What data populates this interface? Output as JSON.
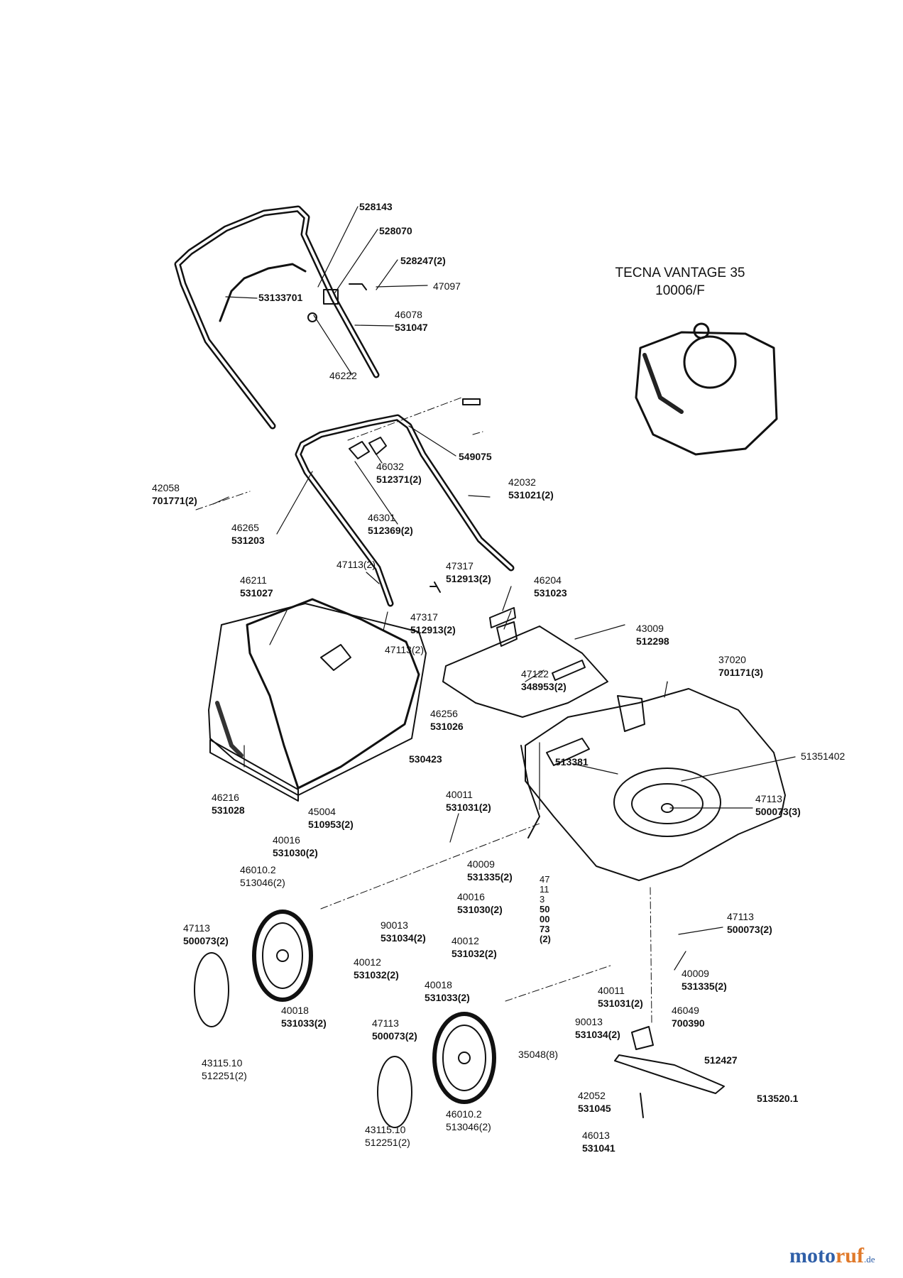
{
  "model": {
    "name": "TECNA VANTAGE 35",
    "code": "10006/F"
  },
  "watermark": {
    "brand_a": "moto",
    "brand_b": "ruf",
    "suffix": ".de"
  },
  "colors": {
    "ink": "#111111",
    "watermark_blue": "#2f5fa8",
    "watermark_orange": "#e0792a"
  },
  "parts": {
    "p528143": {
      "a": "528143"
    },
    "p528070": {
      "a": "528070"
    },
    "p528247": {
      "a": "528247(2)"
    },
    "p47097": {
      "a": "47097"
    },
    "p53133701": {
      "a": "53133701"
    },
    "p46078": {
      "a": "46078",
      "b": "531047"
    },
    "p46222": {
      "a": "46222"
    },
    "p549075": {
      "a": "549075"
    },
    "p46032": {
      "a": "46032",
      "b": "512371(2)"
    },
    "p42058": {
      "a": "42058",
      "b": "701771(2)"
    },
    "p42032": {
      "a": "42032",
      "b": "531021(2)"
    },
    "p46265": {
      "a": "46265",
      "b": "531203"
    },
    "p46301": {
      "a": "46301",
      "b": "512369(2)"
    },
    "p47113a": {
      "a": "47113(2)"
    },
    "p47317a": {
      "a": "47317",
      "b": "512913(2)"
    },
    "p46211": {
      "a": "46211",
      "b": "531027"
    },
    "p46204": {
      "a": "46204",
      "b": "531023"
    },
    "p47317b": {
      "a": "47317",
      "b": "512913(2)"
    },
    "p47113b": {
      "a": "47113(2)"
    },
    "p43009": {
      "a": "43009",
      "b": "512298"
    },
    "p47122": {
      "a": "47122",
      "b": "348953(2)"
    },
    "p37020": {
      "a": "37020",
      "b": "701171(3)"
    },
    "p46256": {
      "a": "46256",
      "b": "531026"
    },
    "p513381": {
      "a": "513381"
    },
    "p51351402": {
      "a": "51351402"
    },
    "p530423": {
      "a": "530423"
    },
    "p46216": {
      "a": "46216",
      "b": "531028"
    },
    "p45004": {
      "a": "45004",
      "b": "510953(2)"
    },
    "p40011a": {
      "a": "40011",
      "b": "531031(2)"
    },
    "p47113c": {
      "a": "47113",
      "b": "500073(3)"
    },
    "p40016a": {
      "a": "40016",
      "b": "531030(2)"
    },
    "p46010a": {
      "a": "46010.2",
      "b": "513046(2)"
    },
    "p40009a": {
      "a": "40009",
      "b": "531335(2)"
    },
    "p47113v": {
      "a": "47113",
      "b": "500073(2)"
    },
    "p40016b": {
      "a": "40016",
      "b": "531030(2)"
    },
    "p47113d": {
      "a": "47113",
      "b": "500073(2)"
    },
    "p47113e": {
      "a": "47113",
      "b": "500073(2)"
    },
    "p90013a": {
      "a": "90013",
      "b": "531034(2)"
    },
    "p40012a": {
      "a": "40012",
      "b": "531032(2)"
    },
    "p40012b": {
      "a": "40012",
      "b": "531032(2)"
    },
    "p40009b": {
      "a": "40009",
      "b": "531335(2)"
    },
    "p40018a": {
      "a": "40018",
      "b": "531033(2)"
    },
    "p40011b": {
      "a": "40011",
      "b": "531031(2)"
    },
    "p40018b": {
      "a": "40018",
      "b": "531033(2)"
    },
    "p46049": {
      "a": "46049",
      "b": "700390"
    },
    "p47113f": {
      "a": "47113",
      "b": "500073(2)"
    },
    "p90013b": {
      "a": "90013",
      "b": "531034(2)"
    },
    "p35048": {
      "a": "35048(8)"
    },
    "p512427": {
      "a": "512427"
    },
    "p43115a": {
      "a": "43115.10",
      "b": "512251(2)"
    },
    "p42052": {
      "a": "42052",
      "b": "531045"
    },
    "p513520": {
      "a": "513520.1"
    },
    "p43115b": {
      "a": "43115.10",
      "b": "512251(2)"
    },
    "p46010b": {
      "a": "46010.2",
      "b": "513046(2)"
    },
    "p46013": {
      "a": "46013",
      "b": "531041"
    }
  }
}
